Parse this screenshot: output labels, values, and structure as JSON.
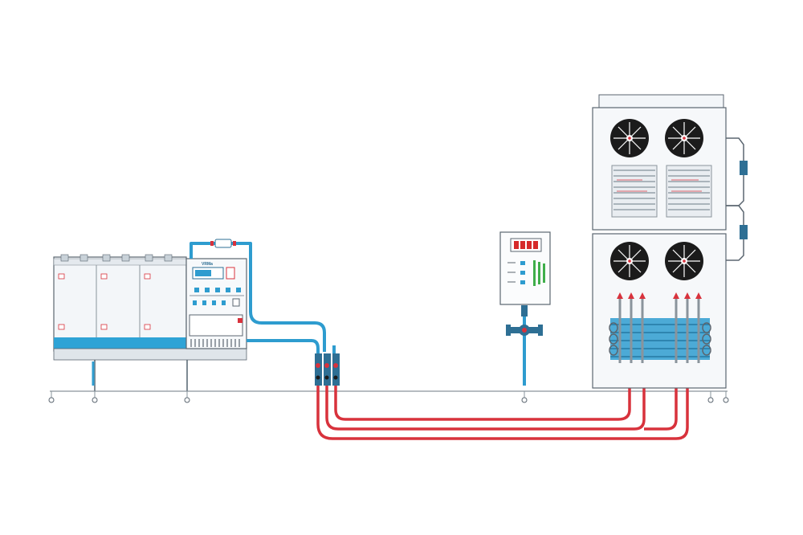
{
  "diagram": {
    "kind": "industrial chiller / cooling loop schematic",
    "components": [
      {
        "id": "chiller-cabinet",
        "icon": "chiller-unit-icon"
      },
      {
        "id": "control-panel",
        "icon": "digital-controller-icon",
        "display_color": "#d62a2a"
      },
      {
        "id": "condenser-tower",
        "icon": "fan-condenser-icon",
        "fans": 4
      },
      {
        "id": "coil-bank",
        "icon": "heat-exchanger-coil-icon"
      },
      {
        "id": "ground-rail",
        "icon": "ground-terminal-icon"
      }
    ],
    "pipes": [
      {
        "id": "supply-line",
        "color": "#2e9ccf",
        "role": "chilled water"
      },
      {
        "id": "return-line",
        "color": "#d8323c",
        "role": "hot return"
      }
    ],
    "brand": {
      "text": "VRMa"
    }
  },
  "colors": {
    "cold_pipe": "#2e9ccf",
    "hot_pipe": "#d8323c",
    "cabinet_fill": "#f3f6f9",
    "cabinet_stripe": "#2ea3d6",
    "outline": "#5b6670",
    "fan_black": "#1b1b1b",
    "led_red": "#d62a2a",
    "led_green": "#3fae4a"
  }
}
